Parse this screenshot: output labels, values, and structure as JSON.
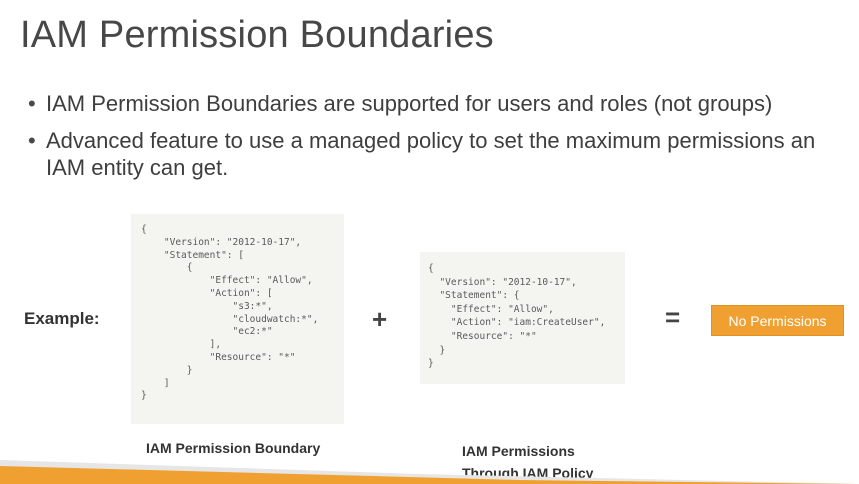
{
  "slide": {
    "title": "IAM Permission Boundaries",
    "bullets": [
      "IAM Permission Boundaries are supported for users and roles (not groups)",
      "Advanced feature to use a managed policy to set the maximum permissions an IAM entity can get."
    ],
    "example_label": "Example:",
    "boundary_policy_code": "{\n    \"Version\": \"2012-10-17\",\n    \"Statement\": [\n        {\n            \"Effect\": \"Allow\",\n            \"Action\": [\n                \"s3:*\",\n                \"cloudwatch:*\",\n                \"ec2:*\"\n            ],\n            \"Resource\": \"*\"\n        }\n    ]\n}",
    "iam_policy_code": "{\n  \"Version\": \"2012-10-17\",\n  \"Statement\": {\n    \"Effect\": \"Allow\",\n    \"Action\": \"iam:CreateUser\",\n    \"Resource\": \"*\"\n  }\n}",
    "plus_symbol": "+",
    "equals_symbol": "=",
    "result_label": "No Permissions",
    "boundary_caption": "IAM Permission Boundary",
    "policy_caption_line1": "IAM Permissions",
    "policy_caption_line2": "Through IAM Policy",
    "colors": {
      "result_box": "#f0a030",
      "accent_orange": "#f0a030",
      "code_background": "#f4f5f0"
    }
  }
}
